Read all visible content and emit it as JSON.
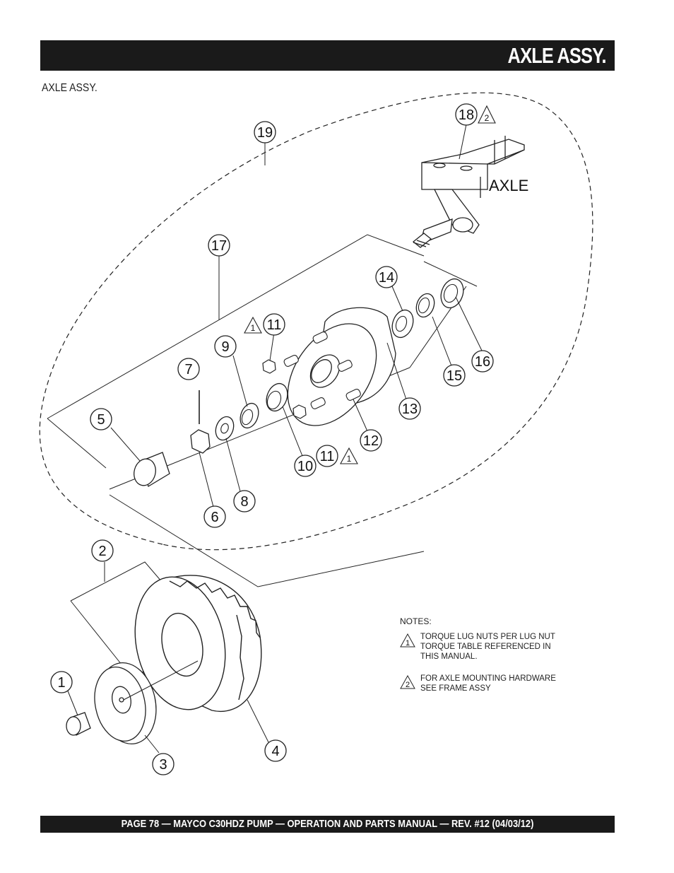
{
  "header": {
    "title": "AXLE ASSY."
  },
  "section_label": "AXLE ASSY.",
  "axle_label": "AXLE",
  "callouts": [
    "1",
    "2",
    "3",
    "4",
    "5",
    "6",
    "7",
    "8",
    "9",
    "10",
    "11",
    "11",
    "12",
    "13",
    "14",
    "15",
    "16",
    "17",
    "18",
    "19"
  ],
  "triangle_marks": {
    "note1": "1",
    "note2": "2"
  },
  "notes": {
    "title": "NOTES:",
    "items": [
      {
        "mark": "1",
        "lines": [
          "TORQUE LUG NUTS PER LUG NUT",
          "TORQUE TABLE REFERENCED IN",
          "THIS MANUAL."
        ]
      },
      {
        "mark": "2",
        "lines": [
          "FOR AXLE MOUNTING HARDWARE",
          "SEE FRAME ASSY"
        ]
      }
    ]
  },
  "footer": {
    "text": "PAGE 78 — MAYCO C30HDZ PUMP — OPERATION AND PARTS MANUAL — REV. #12 (04/03/12)"
  }
}
